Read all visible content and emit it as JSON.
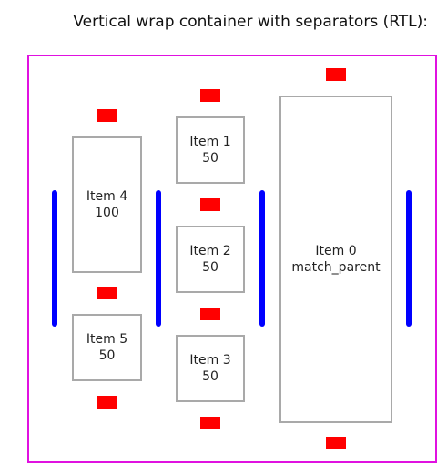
{
  "title": "Vertical wrap container with separators (RTL):",
  "items": [
    {
      "name": "Item 0",
      "value": "match_parent"
    },
    {
      "name": "Item 1",
      "value": "50"
    },
    {
      "name": "Item 2",
      "value": "50"
    },
    {
      "name": "Item 3",
      "value": "50"
    },
    {
      "name": "Item 4",
      "value": "100"
    },
    {
      "name": "Item 5",
      "value": "50"
    }
  ],
  "colors": {
    "container_border": "#e011e0",
    "item_separator": "#ff0000",
    "line_separator": "#0000ff",
    "item_border": "#a9a9a9"
  }
}
